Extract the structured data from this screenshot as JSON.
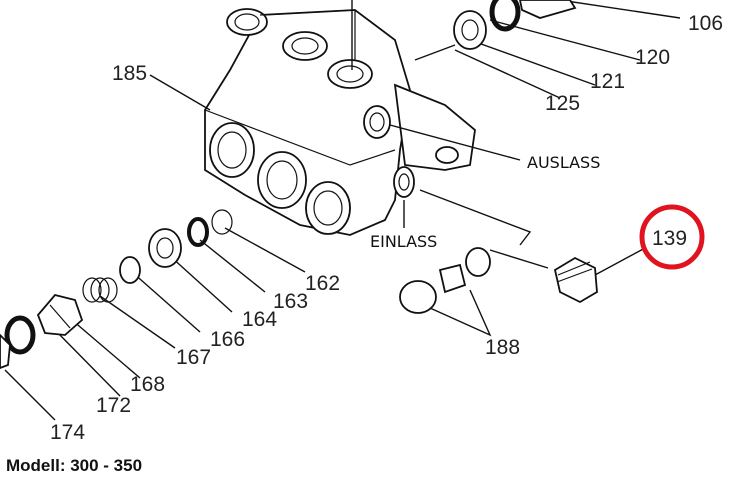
{
  "labels": {
    "p106": "106",
    "p120": "120",
    "p121": "121",
    "p125": "125",
    "p185": "185",
    "auslass": "AUSLASS",
    "einlass": "EINLASS",
    "p139": "139",
    "p162": "162",
    "p163": "163",
    "p164": "164",
    "p166": "166",
    "p167": "167",
    "p168": "168",
    "p172": "172",
    "p174": "174",
    "p188": "188"
  },
  "footer": {
    "model_text": "Modell: 300 - 350"
  },
  "colors": {
    "highlight": "#e0141e",
    "ink": "#111111"
  }
}
